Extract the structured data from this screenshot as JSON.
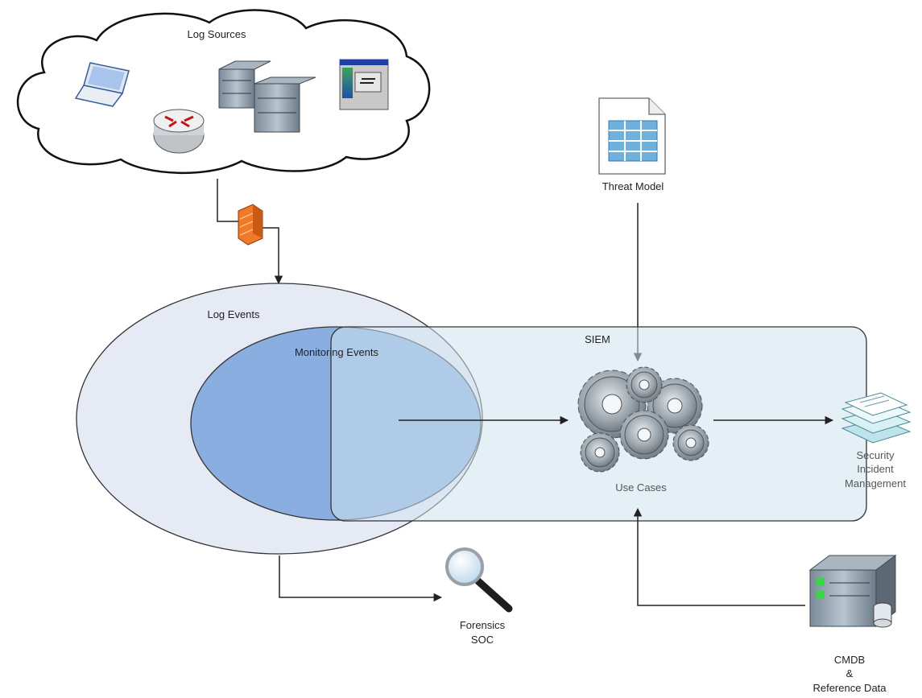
{
  "labels": {
    "log_sources": "Log Sources",
    "threat_model": "Threat Model",
    "log_events": "Log Events",
    "monitoring_events": "Monitoring Events",
    "siem": "SIEM",
    "use_cases": "Use Cases",
    "security_incident_line1": "Security",
    "security_incident_line2": "Incident",
    "security_incident_line3": "Management",
    "forensics_line1": "Forensics",
    "forensics_line2": "SOC",
    "cmdb_line1": "CMDB",
    "cmdb_line2": "&",
    "cmdb_line3": "Reference Data"
  },
  "icons": {
    "laptop": "laptop-icon",
    "router": "router-icon",
    "server_rack": "server-rack-icon",
    "application_window": "application-window-icon",
    "firewall": "firewall-icon",
    "document_table": "document-table-icon",
    "gears": "gears-icon",
    "stacked_documents": "stacked-documents-icon",
    "magnifier": "magnifier-icon",
    "database_server": "database-server-icon"
  },
  "colors": {
    "log_events_fill": "#e6eaf5",
    "monitoring_events_fill": "#8aaee0",
    "siem_fill": "#cfe3ef",
    "line": "#222222"
  }
}
